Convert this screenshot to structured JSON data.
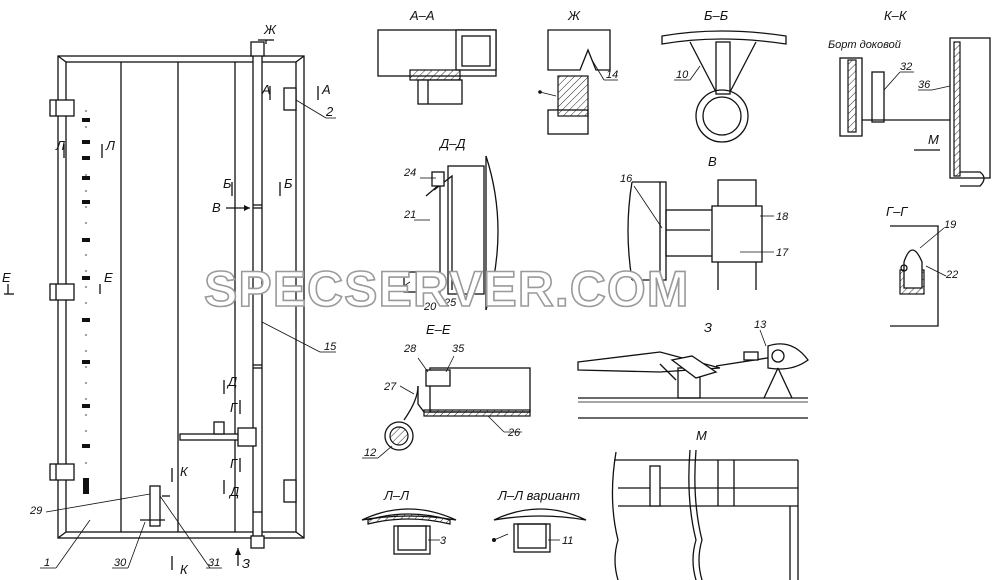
{
  "section_titles": {
    "a": "А–А",
    "zh": "Ж",
    "b": "Б–Б",
    "k": "К–К",
    "d": "Д–Д",
    "v": "В",
    "g": "Г–Г",
    "e": "Е–Е",
    "z": "З",
    "m": "М",
    "l": "Л–Л",
    "l_variant": "Л–Л вариант"
  },
  "view_markers": {
    "zh": "Ж",
    "a": "А",
    "b": "Б",
    "v": "В",
    "d": "Д",
    "g": "Г",
    "e": "Е",
    "l": "Л",
    "k": "К",
    "z": "З",
    "m": "М"
  },
  "callouts": {
    "n1": "1",
    "n2": "2",
    "n3": "3",
    "n10": "10",
    "n11": "11",
    "n12": "12",
    "n13": "13",
    "n14": "14",
    "n15": "15",
    "n16": "16",
    "n17": "17",
    "n18": "18",
    "n19": "19",
    "n20": "20",
    "n21": "21",
    "n22": "22",
    "n24": "24",
    "n25": "25",
    "n26": "26",
    "n27": "27",
    "n28": "28",
    "n29": "29",
    "n30": "30",
    "n31": "31",
    "n32": "32",
    "n35": "35",
    "n36": "36"
  },
  "notes": {
    "bort": "Борт доковой"
  },
  "watermark": "SPECSERVER.COM"
}
